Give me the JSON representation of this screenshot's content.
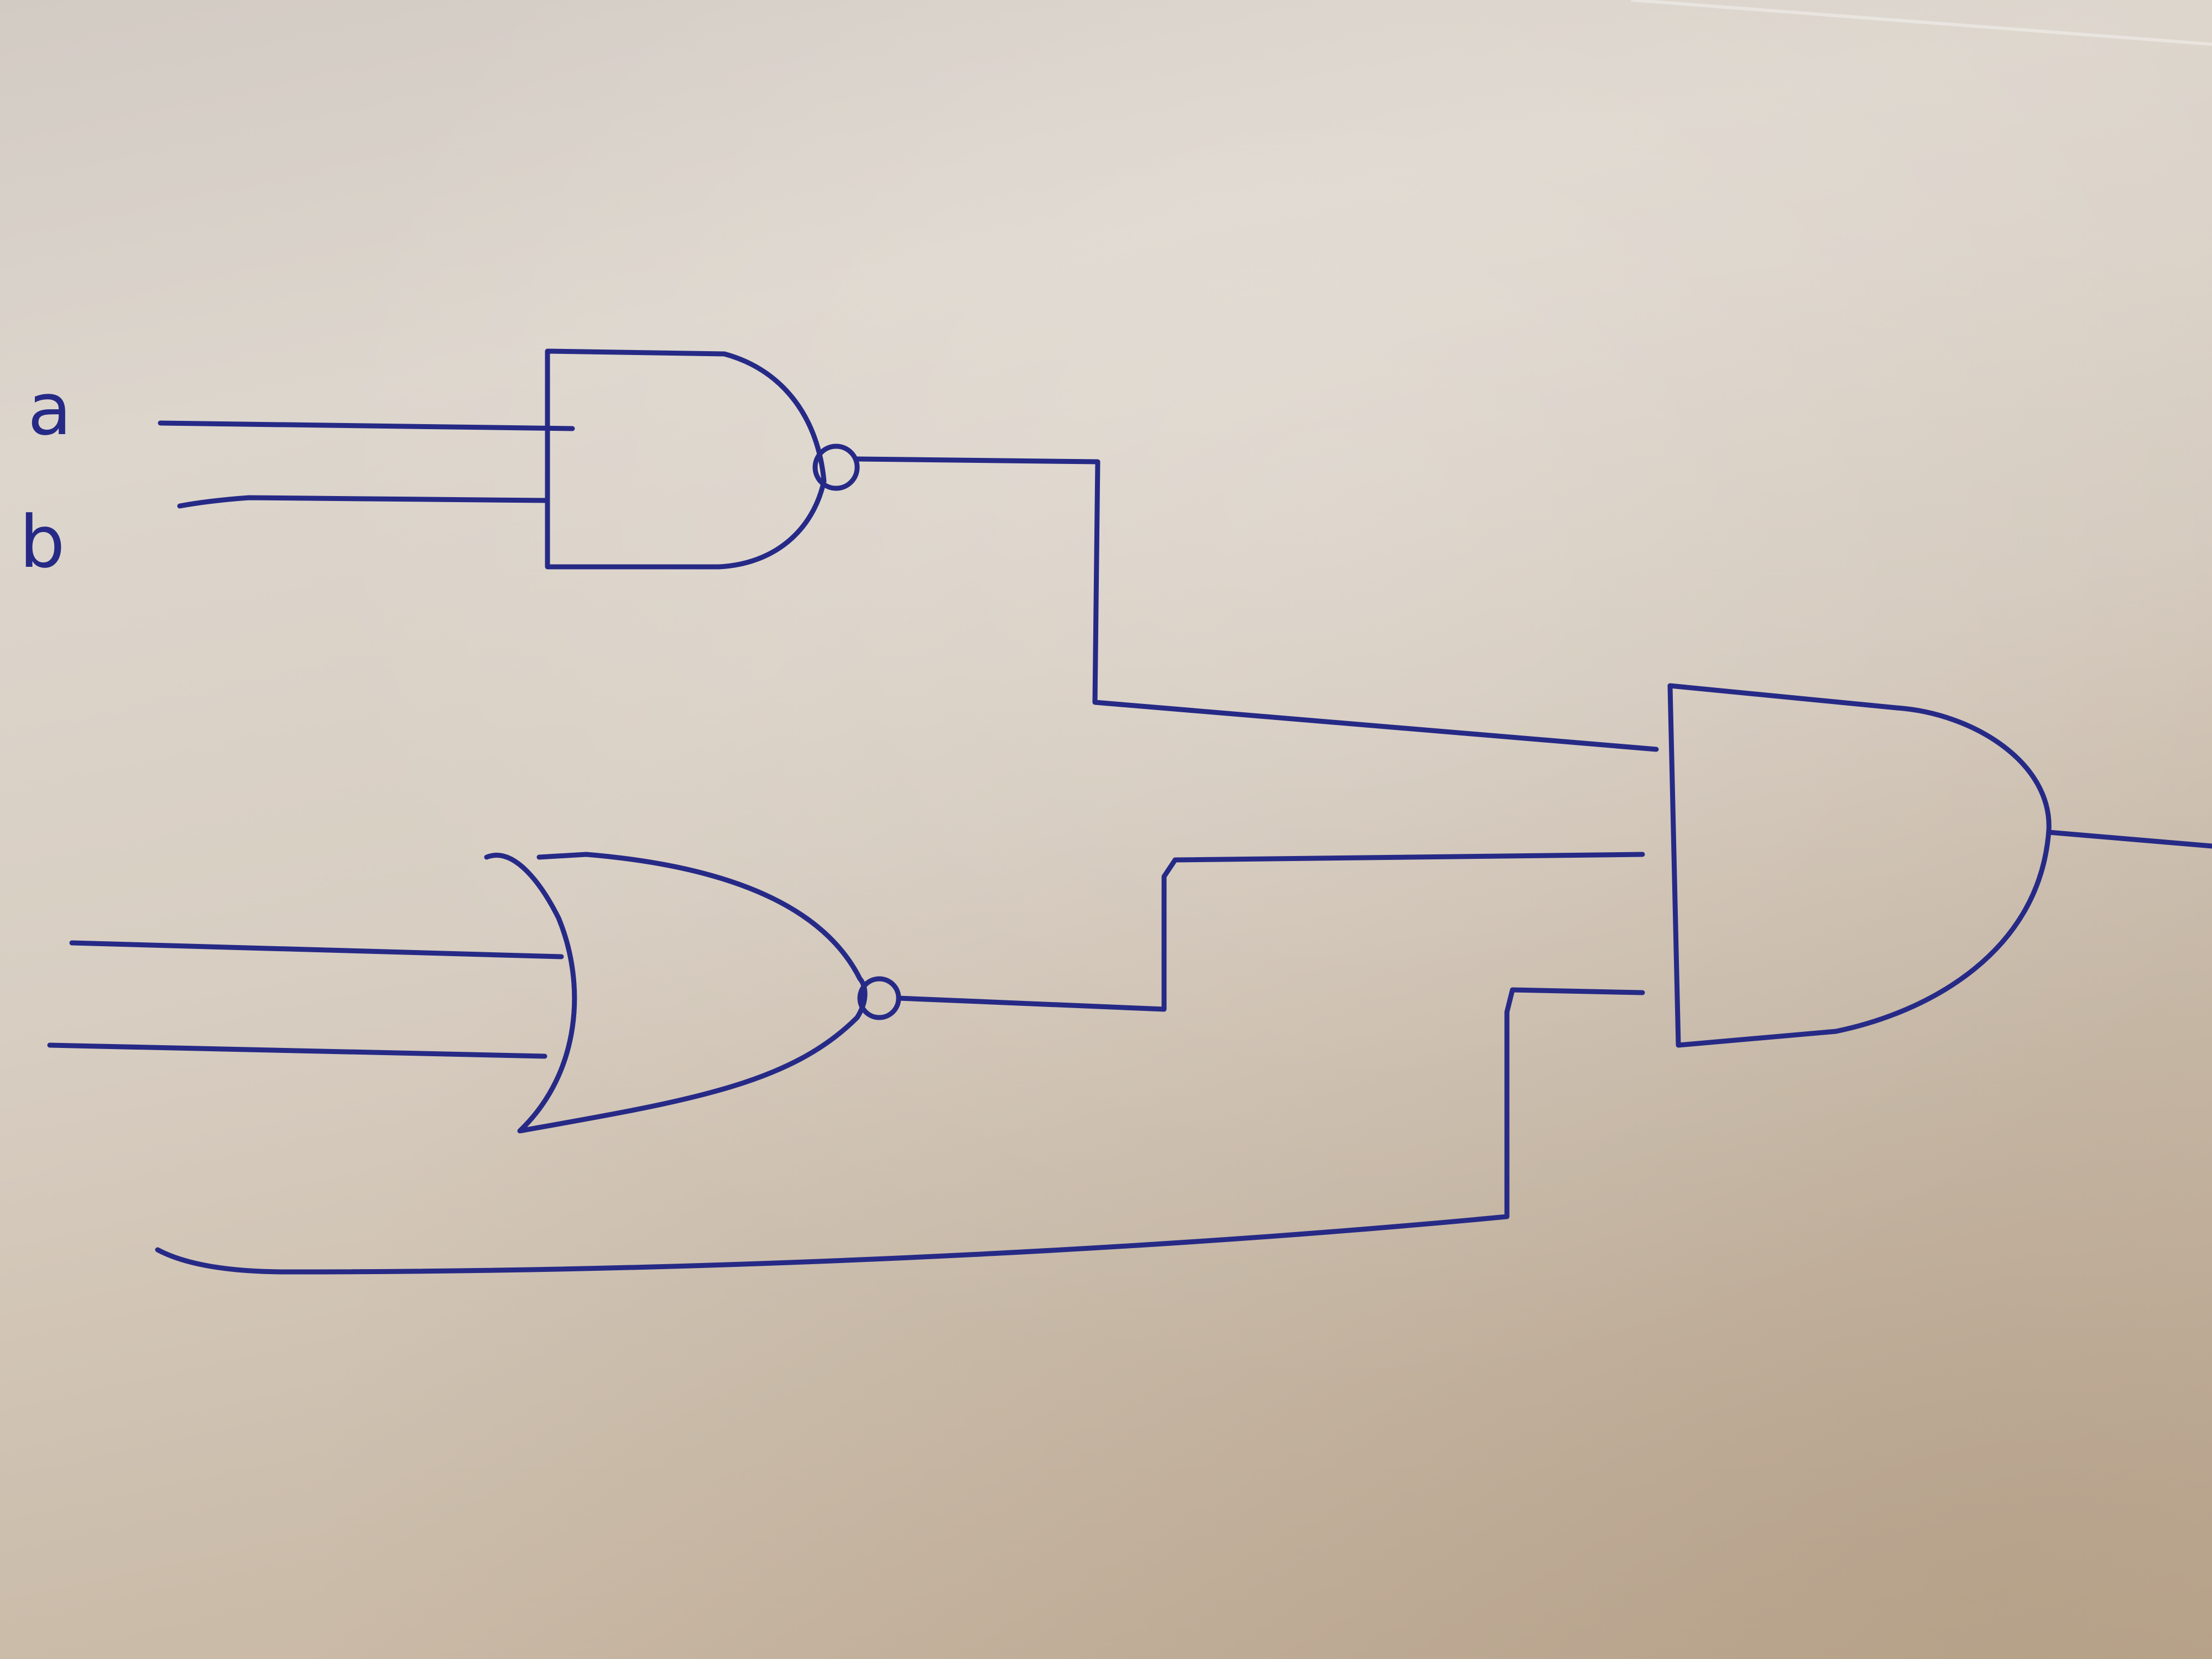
{
  "diagram": {
    "inputs": [
      {
        "id": "a",
        "label": "a"
      },
      {
        "id": "b",
        "label": "b"
      }
    ],
    "gates": [
      {
        "id": "gate-nand",
        "type": "NAND",
        "inputs": [
          "a",
          "b"
        ]
      },
      {
        "id": "gate-nor",
        "type": "NOR",
        "inputs": [
          "",
          ""
        ]
      },
      {
        "id": "gate-and",
        "type": "AND",
        "inputs": [
          "gate-nand",
          "gate-nor",
          ""
        ]
      }
    ],
    "ink_color": "#262a86",
    "paper_color": "#d8cec2"
  }
}
